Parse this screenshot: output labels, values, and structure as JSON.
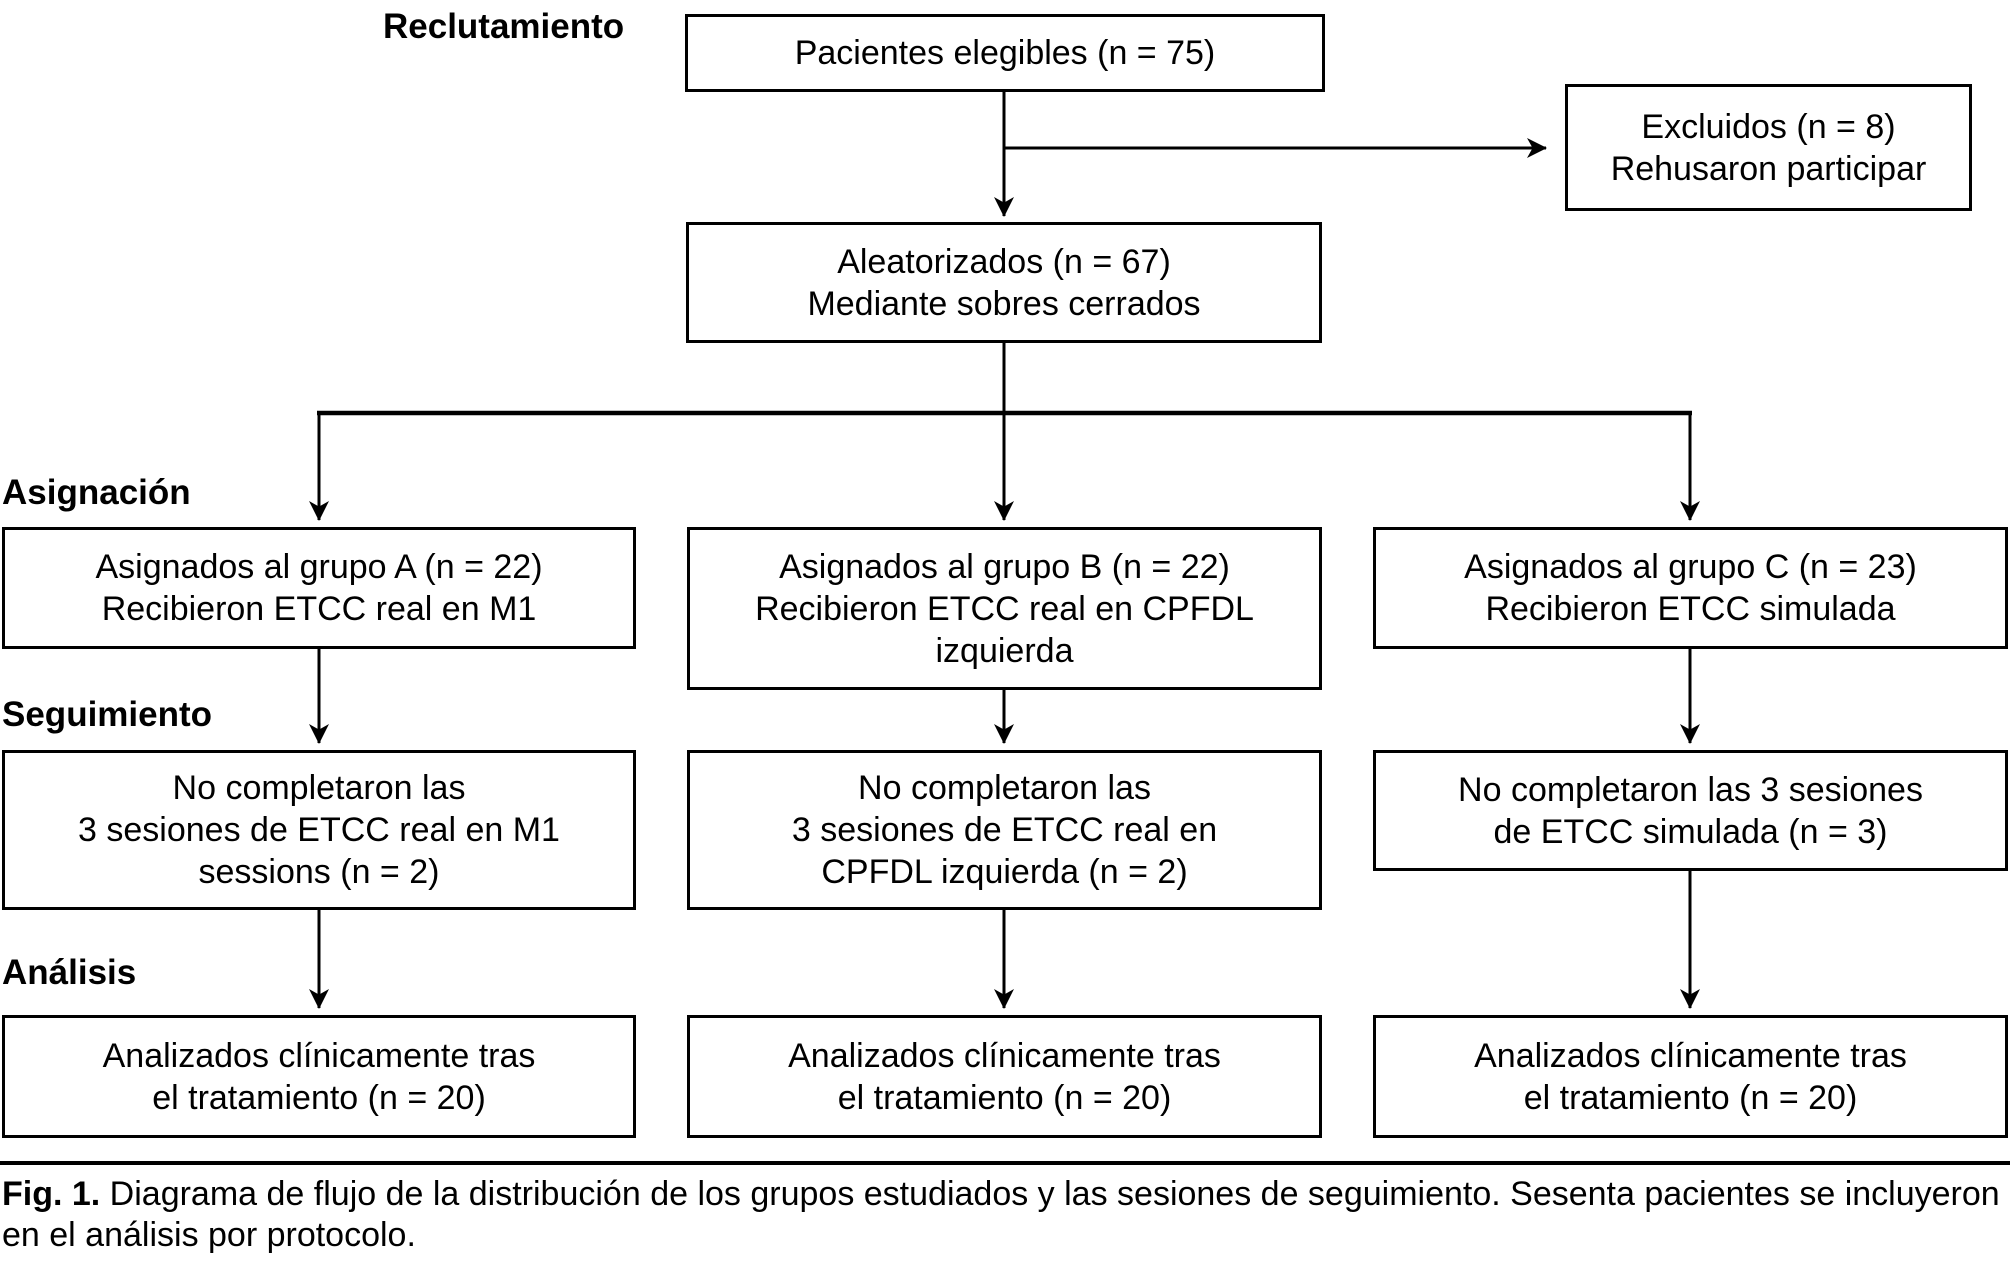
{
  "colors": {
    "line": "#000000",
    "background": "#ffffff",
    "text": "#000000"
  },
  "stages": {
    "recruitment": "Reclutamiento",
    "allocation": "Asignación",
    "followup": "Seguimiento",
    "analysis": "Análisis"
  },
  "nodes": {
    "eligible": {
      "lines": [
        "Pacientes elegibles (n = 75)"
      ]
    },
    "excluded": {
      "lines": [
        "Excluidos (n = 8)",
        "Rehusaron participar"
      ]
    },
    "randomized": {
      "lines": [
        "Aleatorizados (n = 67)",
        "Mediante sobres cerrados"
      ]
    },
    "group_a": {
      "lines": [
        "Asignados al grupo A (n = 22)",
        "Recibieron ETCC real en M1"
      ]
    },
    "group_b": {
      "lines": [
        "Asignados al grupo B (n = 22)",
        "Recibieron ETCC real en CPFDL",
        "izquierda"
      ]
    },
    "group_c": {
      "lines": [
        "Asignados al grupo C (n = 23)",
        "Recibieron ETCC simulada"
      ]
    },
    "followup_a": {
      "lines": [
        "No completaron las",
        "3 sesiones de ETCC real en M1",
        "sessions (n = 2)"
      ]
    },
    "followup_b": {
      "lines": [
        "No completaron las",
        "3 sesiones de ETCC real en",
        "CPFDL izquierda (n = 2)"
      ]
    },
    "followup_c": {
      "lines": [
        "No completaron las 3 sesiones",
        "de ETCC simulada (n = 3)"
      ]
    },
    "analysis_a": {
      "lines": [
        "Analizados clínicamente tras",
        "el tratamiento (n = 20)"
      ]
    },
    "analysis_b": {
      "lines": [
        "Analizados clínicamente tras",
        "el tratamiento (n = 20)"
      ]
    },
    "analysis_c": {
      "lines": [
        "Analizados clínicamente tras",
        "el tratamiento (n = 20)"
      ]
    }
  },
  "caption": {
    "label": "Fig. 1.",
    "text": " Diagrama de flujo de la distribución de los grupos estudiados y las sesiones de seguimiento. Sesenta pacientes se incluyeron en el análisis por protocolo."
  }
}
